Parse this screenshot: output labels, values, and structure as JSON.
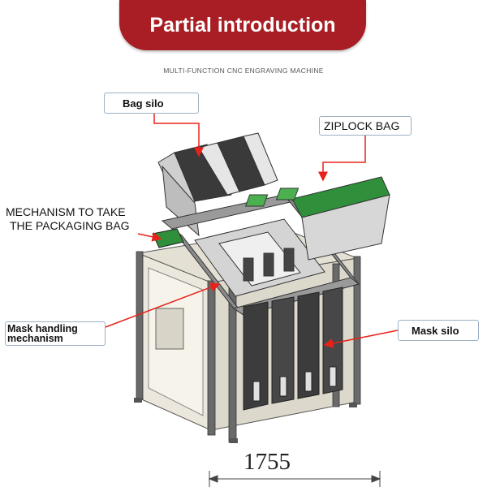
{
  "header": {
    "title": "Partial introduction",
    "subtitle": "MULTI-FUNCTION CNC ENGRAVING MACHINE"
  },
  "callouts": {
    "bag_silo": "Bag silo",
    "ziplock_bag": "ZIPLOCK BAG",
    "take_bag_line1": "MECHANISM TO TAKE",
    "take_bag_line2": "THE PACKAGING BAG",
    "mask_handling_line1": "Mask handling",
    "mask_handling_line2": "mechanism",
    "mask_silo": "Mask silo"
  },
  "dimension": {
    "value": "1755"
  },
  "colors": {
    "title_bg": "#a81e24",
    "arrow": "#e8221b",
    "callout_border": "#9ab0c4",
    "machine_green": "#2f8f3a"
  }
}
